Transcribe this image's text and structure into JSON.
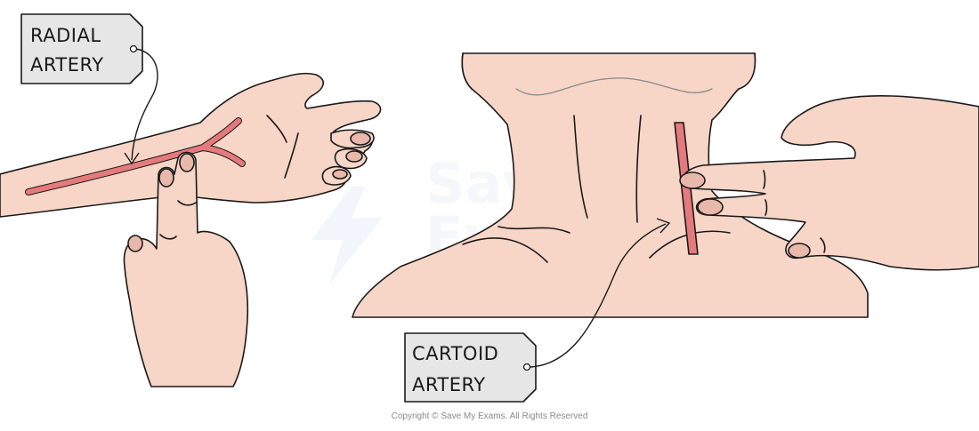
{
  "labels": {
    "radial": {
      "line1": "RADIAL",
      "line2": "ARTERY"
    },
    "carotid": {
      "line1": "CARTOID",
      "line2": "ARTERY"
    }
  },
  "watermark": {
    "line1": "SaveMy",
    "line2": "Exams"
  },
  "copyright": "Copyright © Save My Exams. All Rights Reserved",
  "colors": {
    "skin": "#f7d5c7",
    "outline": "#1a1a1a",
    "artery": "#e57a7c",
    "tag": "#e6e6e6",
    "watermark": "#eef1f6"
  }
}
